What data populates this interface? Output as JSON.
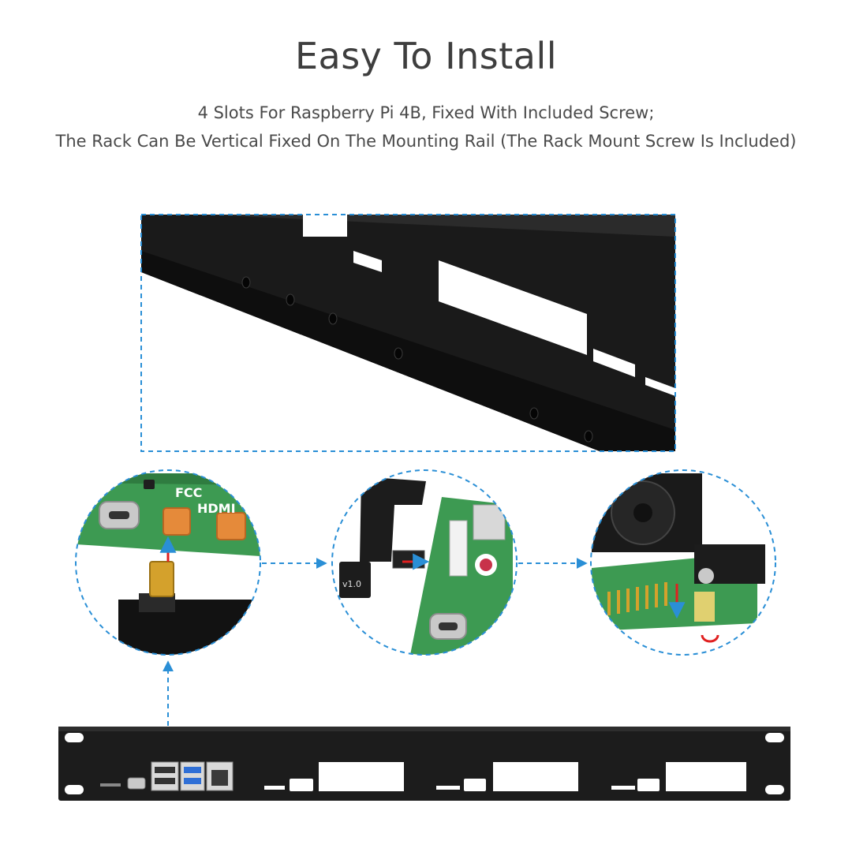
{
  "header": {
    "title": "Easy To Install",
    "line1": "4 Slots For Raspberry Pi 4B, Fixed With Included Screw;",
    "line2": "The Rack Can Be Vertical Fixed On The Mounting Rail (The Rack Mount Screw Is Included)"
  },
  "board_labels": {
    "fcc": "FCC",
    "hdmi": "HDMI",
    "ver": "v1.0"
  },
  "colors": {
    "accent": "#2a8fd6",
    "panel": "#1c1c1c",
    "pcb": "#3d9a52"
  }
}
